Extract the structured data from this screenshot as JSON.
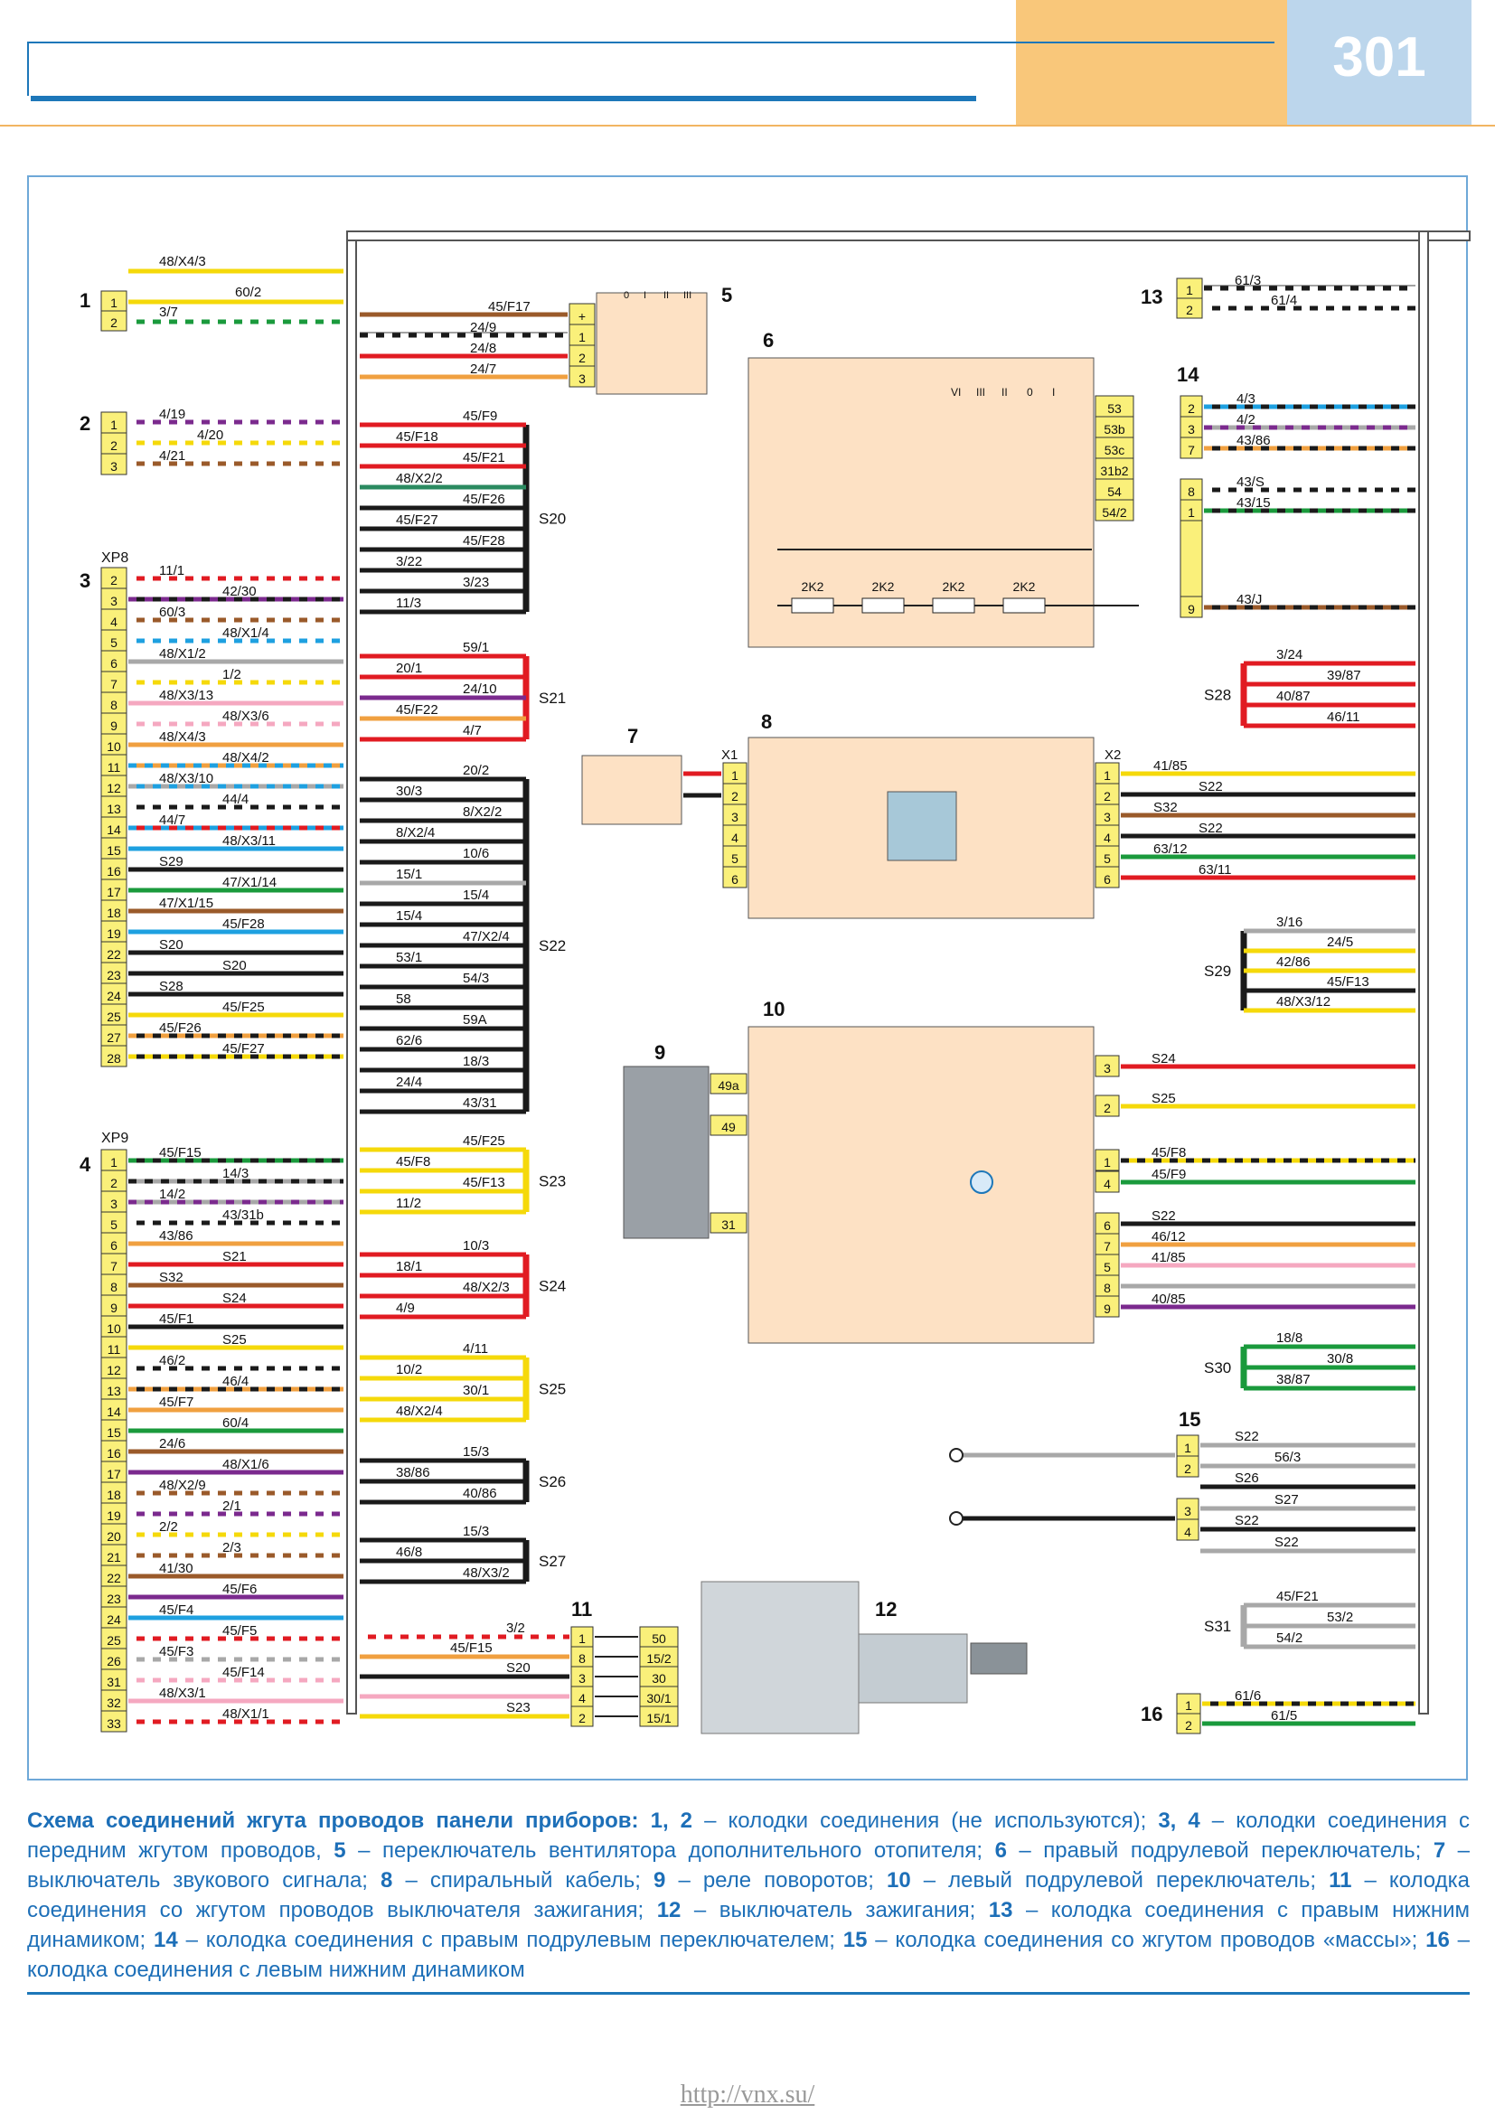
{
  "page_number": "301",
  "caption": {
    "title": "Схема соединений жгута проводов панели приборов:",
    "items": [
      {
        "num": "1, 2",
        "text": " – колодки соединения (не используются); "
      },
      {
        "num": "3, 4",
        "text": " – колодки соединения с передним жгутом проводов, "
      },
      {
        "num": "5",
        "text": " – переключатель вентилятора дополнительного отопителя; "
      },
      {
        "num": "6",
        "text": " – правый подрулевой переключатель; "
      },
      {
        "num": "7",
        "text": " – выключатель звукового сигнала; "
      },
      {
        "num": "8",
        "text": " – спиральный кабель; "
      },
      {
        "num": "9",
        "text": " – реле поворотов; "
      },
      {
        "num": "10",
        "text": " – левый подрулевой переключатель; "
      },
      {
        "num": "11",
        "text": " – колодка соединения со жгутом проводов выключателя зажигания; "
      },
      {
        "num": "12",
        "text": " – выключатель зажигания; "
      },
      {
        "num": "13",
        "text": " – колодка соединения с правым нижним динамиком; "
      },
      {
        "num": "14",
        "text": " – колодка соединения с правым подрулевым переключателем; "
      },
      {
        "num": "15",
        "text": " – колодка соединения со жгутом проводов «массы»; "
      },
      {
        "num": "16",
        "text": " – колодка соединения с левым нижним динамиком"
      }
    ]
  },
  "footer_url": "http://vnx.su/",
  "colors": {
    "yellow": "#f5d90a",
    "green": "#1a9a3c",
    "brown": "#9a5a2a",
    "red": "#e11b22",
    "orange": "#f0a040",
    "black": "#1a1a1a",
    "white": "#ffffff",
    "grey": "#a8a8a8",
    "violet": "#7b2a8e",
    "blue": "#1ea0e0",
    "pink": "#f5a8c0",
    "darkgreen": "#2a8a60",
    "connector": "#faf07a",
    "component": "#fde1c4",
    "accent": "#1d77b9"
  },
  "diagram": {
    "c1": {
      "label": "1",
      "pins": [
        "1",
        "2"
      ],
      "wires": [
        {
          "t": "48/X4/3",
          "c": "yellow",
          "s": null
        },
        {
          "t": "60/2",
          "c": "yellow",
          "s": null
        },
        {
          "t": "3/7",
          "c": "green",
          "s": "white"
        }
      ]
    },
    "c2": {
      "label": "2",
      "pins": [
        "1",
        "2",
        "3"
      ],
      "wires": [
        {
          "t": "4/19",
          "c": "violet",
          "s": "white"
        },
        {
          "t": "4/20",
          "c": "yellow",
          "s": "white"
        },
        {
          "t": "4/21",
          "c": "brown",
          "s": "white"
        }
      ]
    },
    "c3": {
      "label": "3",
      "sub": "XP8",
      "pins": [
        "2",
        "3",
        "4",
        "5",
        "6",
        "7",
        "8",
        "9",
        "10",
        "11",
        "12",
        "13",
        "14",
        "15",
        "16",
        "17",
        "18",
        "19",
        "22",
        "23",
        "24",
        "25",
        "27",
        "28"
      ],
      "wires": [
        {
          "t": "11/1",
          "c": "red",
          "s": "white"
        },
        {
          "t": "42/30",
          "c": "black",
          "s": "violet"
        },
        {
          "t": "60/3",
          "c": "brown",
          "s": "white"
        },
        {
          "t": "48/X1/4",
          "c": "blue",
          "s": "white"
        },
        {
          "t": "48/X1/2",
          "c": "grey",
          "s": null
        },
        {
          "t": "1/2",
          "c": "yellow",
          "s": "white"
        },
        {
          "t": "48/X3/13",
          "c": "pink",
          "s": null
        },
        {
          "t": "48/X3/6",
          "c": "pink",
          "s": "white"
        },
        {
          "t": "48/X4/3",
          "c": "orange",
          "s": null
        },
        {
          "t": "48/X4/2",
          "c": "orange",
          "s": "blue"
        },
        {
          "t": "48/X3/10",
          "c": "blue",
          "s": "grey"
        },
        {
          "t": "44/4",
          "c": "black",
          "s": "white"
        },
        {
          "t": "44/7",
          "c": "red",
          "s": "blue"
        },
        {
          "t": "48/X3/11",
          "c": "blue",
          "s": null
        },
        {
          "t": "S29",
          "c": "black",
          "s": null
        },
        {
          "t": "47/X1/14",
          "c": "green",
          "s": null
        },
        {
          "t": "47/X1/15",
          "c": "brown",
          "s": null
        },
        {
          "t": "45/F28",
          "c": "blue",
          "s": null
        },
        {
          "t": "S20",
          "c": "black",
          "s": null
        },
        {
          "t": "S20",
          "c": "black",
          "s": null
        },
        {
          "t": "S28",
          "c": "black",
          "s": null
        },
        {
          "t": "45/F25",
          "c": "yellow",
          "s": null
        },
        {
          "t": "45/F26",
          "c": "black",
          "s": "orange"
        },
        {
          "t": "45/F27",
          "c": "black",
          "s": "yellow"
        }
      ]
    },
    "c4": {
      "label": "4",
      "sub": "XP9",
      "pins": [
        "1",
        "2",
        "3",
        "5",
        "6",
        "7",
        "8",
        "9",
        "10",
        "11",
        "12",
        "13",
        "14",
        "15",
        "16",
        "17",
        "18",
        "19",
        "20",
        "21",
        "22",
        "23",
        "24",
        "25",
        "26",
        "31",
        "32",
        "33"
      ],
      "wires": [
        {
          "t": "45/F15",
          "c": "black",
          "s": "green"
        },
        {
          "t": "14/3",
          "c": "grey",
          "s": "black"
        },
        {
          "t": "14/2",
          "c": "grey",
          "s": "violet"
        },
        {
          "t": "43/31b",
          "c": "black",
          "s": "white"
        },
        {
          "t": "43/86",
          "c": "orange",
          "s": null
        },
        {
          "t": "S21",
          "c": "red",
          "s": null
        },
        {
          "t": "S32",
          "c": "brown",
          "s": null
        },
        {
          "t": "S24",
          "c": "red",
          "s": null
        },
        {
          "t": "45/F1",
          "c": "black",
          "s": null
        },
        {
          "t": "S25",
          "c": "yellow",
          "s": null
        },
        {
          "t": "46/2",
          "c": "black",
          "s": "white"
        },
        {
          "t": "46/4",
          "c": "black",
          "s": "orange"
        },
        {
          "t": "45/F7",
          "c": "orange",
          "s": null
        },
        {
          "t": "60/4",
          "c": "green",
          "s": null
        },
        {
          "t": "24/6",
          "c": "brown",
          "s": null
        },
        {
          "t": "48/X1/6",
          "c": "violet",
          "s": null
        },
        {
          "t": "48/X2/9",
          "c": "brown",
          "s": "white"
        },
        {
          "t": "2/1",
          "c": "violet",
          "s": "white"
        },
        {
          "t": "2/2",
          "c": "yellow",
          "s": "white"
        },
        {
          "t": "2/3",
          "c": "brown",
          "s": "white"
        },
        {
          "t": "41/30",
          "c": "brown",
          "s": null
        },
        {
          "t": "45/F6",
          "c": "violet",
          "s": null
        },
        {
          "t": "45/F4",
          "c": "blue",
          "s": null
        },
        {
          "t": "45/F5",
          "c": "red",
          "s": "white"
        },
        {
          "t": "45/F3",
          "c": "grey",
          "s": "white"
        },
        {
          "t": "45/F14",
          "c": "pink",
          "s": "white"
        },
        {
          "t": "48/X3/1",
          "c": "pink",
          "s": null
        },
        {
          "t": "48/X1/1",
          "c": "red",
          "s": "white"
        }
      ]
    },
    "c5": {
      "label": "5",
      "pins": [
        "+",
        "1",
        "2",
        "3"
      ],
      "positions": [
        "0",
        "I",
        "II",
        "III"
      ],
      "wires": [
        {
          "t": "45/F17",
          "c": "brown",
          "s": null
        },
        {
          "t": "24/9",
          "c": "white",
          "s": "black"
        },
        {
          "t": "24/8",
          "c": "red",
          "s": null
        },
        {
          "t": "24/7",
          "c": "orange",
          "s": null
        }
      ]
    },
    "c6": {
      "label": "6",
      "pins": [
        "53",
        "53b",
        "53c",
        "31b2",
        "54",
        "54/2"
      ],
      "positions": [
        "VI",
        "III",
        "II",
        "0",
        "I"
      ],
      "resistors": [
        "2K2",
        "2K2",
        "2K2",
        "2K2"
      ]
    },
    "c7": {
      "label": "7"
    },
    "c8": {
      "label": "8",
      "x1": "X1",
      "x2": "X2",
      "pins": [
        "1",
        "2",
        "3",
        "4",
        "5",
        "6"
      ],
      "wires": [
        {
          "t": "41/85",
          "c": "yellow",
          "s": null
        },
        {
          "t": "S22",
          "c": "black",
          "s": null
        },
        {
          "t": "S32",
          "c": "brown",
          "s": null
        },
        {
          "t": "S22",
          "c": "black",
          "s": null
        },
        {
          "t": "63/12",
          "c": "green",
          "s": null
        },
        {
          "t": "63/11",
          "c": "red",
          "s": null
        }
      ]
    },
    "c9": {
      "label": "9",
      "pins": [
        "49a",
        "49",
        "31"
      ]
    },
    "c10": {
      "label": "10",
      "pins": [
        "3",
        "2",
        "1",
        "4",
        "6",
        "7",
        "5",
        "8",
        "9"
      ],
      "wires": [
        {
          "t": "S24",
          "c": "red",
          "s": null
        },
        {
          "t": "S25",
          "c": "yellow",
          "s": null
        },
        {
          "t": "45/F8",
          "c": "yellow",
          "s": "black"
        },
        {
          "t": "45/F9",
          "c": "green",
          "s": null
        },
        {
          "t": "S22",
          "c": "black",
          "s": null
        },
        {
          "t": "46/12",
          "c": "orange",
          "s": null
        },
        {
          "t": "41/85",
          "c": "pink",
          "s": null
        },
        {
          "t": "",
          "c": "grey",
          "s": null
        },
        {
          "t": "40/85",
          "c": "violet",
          "s": null
        }
      ]
    },
    "c11": {
      "label": "11",
      "pins": [
        "1",
        "8",
        "3",
        "4",
        "2"
      ],
      "wires": [
        {
          "t": "3/2",
          "c": "red",
          "s": "white"
        },
        {
          "t": "45/F15",
          "c": "orange",
          "s": null
        },
        {
          "t": "S20",
          "c": "black",
          "s": null
        },
        {
          "t": "",
          "c": "pink",
          "s": null
        },
        {
          "t": "S23",
          "c": "yellow",
          "s": null
        }
      ]
    },
    "c12": {
      "label": "12",
      "pins": [
        "50",
        "15/2",
        "30",
        "30/1",
        "15/1"
      ]
    },
    "c13": {
      "label": "13",
      "pins": [
        "1",
        "2"
      ],
      "wires": [
        {
          "t": "61/3",
          "c": "white",
          "s": "black"
        },
        {
          "t": "61/4",
          "c": "black",
          "s": "white"
        }
      ]
    },
    "c14": {
      "label": "14",
      "pins": [
        "2",
        "3",
        "7",
        "8",
        "1",
        "9"
      ],
      "wires": [
        {
          "t": "4/3",
          "c": "black",
          "s": "blue"
        },
        {
          "t": "4/2",
          "c": "grey",
          "s": "violet"
        },
        {
          "t": "43/86",
          "c": "black",
          "s": "orange"
        },
        {
          "t": "43/S",
          "c": "black",
          "s": "white"
        },
        {
          "t": "43/15",
          "c": "black",
          "s": "green"
        },
        {
          "t": "43/J",
          "c": "black",
          "s": "brown"
        }
      ]
    },
    "c15": {
      "label": "15",
      "pins": [
        "1",
        "2",
        "3",
        "4"
      ],
      "wires": [
        {
          "t": "S22",
          "c": "grey",
          "s": null
        },
        {
          "t": "56/3",
          "c": "grey",
          "s": null
        },
        {
          "t": "S26",
          "c": "black",
          "s": null
        },
        {
          "t": "S27",
          "c": "grey",
          "s": null
        },
        {
          "t": "S22",
          "c": "black",
          "s": null
        },
        {
          "t": "S22",
          "c": "grey",
          "s": null
        }
      ]
    },
    "c16": {
      "label": "16",
      "pins": [
        "1",
        "2"
      ],
      "wires": [
        {
          "t": "61/6",
          "c": "black",
          "s": "yellow"
        },
        {
          "t": "61/5",
          "c": "green",
          "s": null
        }
      ]
    },
    "splices": {
      "S20": {
        "label": "S20",
        "c": "black",
        "wires": [
          {
            "t": "45/F9",
            "c": "red"
          },
          {
            "t": "45/F18",
            "c": "red"
          },
          {
            "t": "45/F21",
            "c": "red"
          },
          {
            "t": "48/X2/2",
            "c": "darkgreen"
          },
          {
            "t": "45/F26",
            "c": "black"
          },
          {
            "t": "45/F27",
            "c": "black"
          },
          {
            "t": "45/F28",
            "c": "black"
          },
          {
            "t": "3/22",
            "c": "black"
          },
          {
            "t": "3/23",
            "c": "black"
          },
          {
            "t": "11/3",
            "c": "black"
          }
        ]
      },
      "S21": {
        "label": "S21",
        "c": "red",
        "wires": [
          {
            "t": "59/1",
            "c": "red"
          },
          {
            "t": "20/1",
            "c": "red"
          },
          {
            "t": "24/10",
            "c": "violet"
          },
          {
            "t": "45/F22",
            "c": "orange"
          },
          {
            "t": "4/7",
            "c": "red"
          }
        ]
      },
      "S22": {
        "label": "S22",
        "c": "black",
        "wires": [
          {
            "t": "20/2",
            "c": "black"
          },
          {
            "t": "30/3",
            "c": "black"
          },
          {
            "t": "8/X2/2",
            "c": "black"
          },
          {
            "t": "8/X2/4",
            "c": "black"
          },
          {
            "t": "10/6",
            "c": "black"
          },
          {
            "t": "15/1",
            "c": "grey"
          },
          {
            "t": "15/4",
            "c": "black"
          },
          {
            "t": "15/4",
            "c": "black"
          },
          {
            "t": "47/X2/4",
            "c": "black"
          },
          {
            "t": "53/1",
            "c": "black"
          },
          {
            "t": "54/3",
            "c": "black"
          },
          {
            "t": "58",
            "c": "black"
          },
          {
            "t": "59A",
            "c": "black"
          },
          {
            "t": "62/6",
            "c": "black"
          },
          {
            "t": "18/3",
            "c": "black"
          },
          {
            "t": "24/4",
            "c": "black"
          },
          {
            "t": "43/31",
            "c": "black"
          }
        ]
      },
      "S23": {
        "label": "S23",
        "c": "yellow",
        "wires": [
          {
            "t": "45/F25",
            "c": "yellow"
          },
          {
            "t": "45/F8",
            "c": "yellow"
          },
          {
            "t": "45/F13",
            "c": "yellow"
          },
          {
            "t": "11/2",
            "c": "yellow"
          }
        ]
      },
      "S24": {
        "label": "S24",
        "c": "red",
        "wires": [
          {
            "t": "10/3",
            "c": "red"
          },
          {
            "t": "18/1",
            "c": "red"
          },
          {
            "t": "48/X2/3",
            "c": "red"
          },
          {
            "t": "4/9",
            "c": "red"
          }
        ]
      },
      "S25": {
        "label": "S25",
        "c": "yellow",
        "wires": [
          {
            "t": "4/11",
            "c": "yellow"
          },
          {
            "t": "10/2",
            "c": "yellow"
          },
          {
            "t": "30/1",
            "c": "yellow"
          },
          {
            "t": "48/X2/4",
            "c": "yellow"
          }
        ]
      },
      "S26": {
        "label": "S26",
        "c": "black",
        "wires": [
          {
            "t": "15/3",
            "c": "black"
          },
          {
            "t": "38/86",
            "c": "black"
          },
          {
            "t": "40/86",
            "c": "black"
          }
        ]
      },
      "S27": {
        "label": "S27",
        "c": "black",
        "wires": [
          {
            "t": "15/3",
            "c": "black"
          },
          {
            "t": "46/8",
            "c": "black"
          },
          {
            "t": "48/X3/2",
            "c": "black"
          }
        ]
      },
      "S28": {
        "label": "S28",
        "c": "red",
        "wires": [
          {
            "t": "3/24",
            "c": "red"
          },
          {
            "t": "39/87",
            "c": "red"
          },
          {
            "t": "40/87",
            "c": "red"
          },
          {
            "t": "46/11",
            "c": "red"
          }
        ]
      },
      "S29": {
        "label": "S29",
        "c": "black",
        "wires": [
          {
            "t": "3/16",
            "c": "grey"
          },
          {
            "t": "24/5",
            "c": "yellow"
          },
          {
            "t": "42/86",
            "c": "yellow"
          },
          {
            "t": "45/F13",
            "c": "black"
          },
          {
            "t": "48/X3/12",
            "c": "yellow"
          }
        ]
      },
      "S30": {
        "label": "S30",
        "c": "green",
        "wires": [
          {
            "t": "18/8",
            "c": "green"
          },
          {
            "t": "30/8",
            "c": "green"
          },
          {
            "t": "38/87",
            "c": "green"
          }
        ]
      },
      "S31": {
        "label": "S31",
        "c": "grey",
        "wires": [
          {
            "t": "45/F21",
            "c": "grey"
          },
          {
            "t": "53/2",
            "c": "grey"
          },
          {
            "t": "54/2",
            "c": "grey"
          }
        ]
      }
    }
  }
}
